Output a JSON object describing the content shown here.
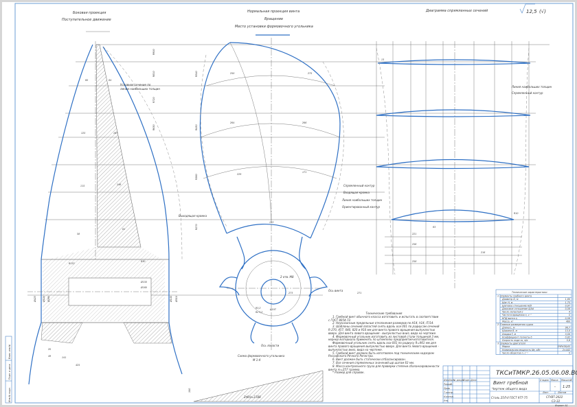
{
  "headings": {
    "side_title": "Боковая проекция",
    "side_sub": "Поступательное движение",
    "normal_title": "Нормальная проекция винта",
    "normal_sub": "Вращение",
    "normal_sub2": "Место установки формовочного угольника",
    "sections_title": "Диаграмма спрямленных сечений",
    "roughness": "12,5",
    "roughness_extra": "(√)"
  },
  "annotations": {
    "cond_section": "Условное сечение по",
    "cond_section2": "линии наибольших толщин",
    "max_thick_line": "Линия наибольших толщин",
    "straight_contour": "Спрямленный контур",
    "straight_contour2": "Спрямленный контур",
    "leading_edge": "Входящая кромка",
    "max_thick_line2": "Линия наибольших толщин",
    "oriented_contour": "Ориентированный контур",
    "trailing_edge": "Выходящая кромка",
    "screw_axis": "Ось винта",
    "blade_axis": "Ось лопасти",
    "template_scheme": "Схема формовочного угольника",
    "template_scale": "М 1:4",
    "holes": "2 отв. М8",
    "wedge_dim": "2πR/z=1508",
    "wedge_h": "100"
  },
  "dims": [
    "R900",
    "R810",
    "R720",
    "R630",
    "R540",
    "R450",
    "R360",
    "R270",
    "275",
    "250",
    "264",
    "266",
    "229",
    "171",
    "133",
    "60",
    "84",
    "125",
    "167",
    "115",
    "146",
    "58",
    "81",
    "R132",
    "R30",
    "Ø150",
    "Ø160",
    "Ø425",
    "425",
    "141",
    "20",
    "49",
    "Ø140",
    "Ø120",
    "Ø260",
    "Ø310",
    "273",
    "271",
    "221",
    "256",
    "258",
    "216",
    "13",
    "63",
    "R3,2",
    "Rz 3,2",
    "Ø107",
    "R10"
  ],
  "tech_requirements": {
    "title": "Технические требования",
    "items": [
      "1. Гребной винт обычного класса изготовить и испытать в соответствии с ГОСТ 8054-72.",
      "2. Неуказанные предельные отклонения размеров по Н14, h14, IT/14.",
      "3. Шаблоны сечений лопастей снять вдоль оси 001 по радиусам сечений R-270, 457, 640, 820 и 910 мм для винта правого вращения выпуклостью вверх. Для винта левого вращения - выпуклостью вниз, вида на чертеже.",
      "4. Формовочный угольник изготовить из листовой стали толщиной 3 мм, кернер материала применять по штемпелю предприятия-изготовителя.",
      "Формовочный угольник снять вдоль оси 001 по радиусу R=961 мм для винта правого вращения выпуклостью вверх. Для винта левого вращения - выпуклостью вниз, вида на чертеже.",
      "5. Гребной винт должен быть изготовлен под техническим надзором Российского Речного Регистра.",
      "6. Винт должен быть статически отбалансирован.",
      "7. Все сечения спрямленных значений шр шагом 63 мм.",
      "8. Масса контрольного груза для проверки степени сбалансированности винта m=257 грамма.",
      "* Размер для справок."
    ]
  },
  "tech_table": {
    "title": "Технические характеристики",
    "groups": [
      {
        "label": "1. Элементы гребного винта",
        "rows": [
          [
            "Диаметр D, м",
            "1,80"
          ],
          [
            "Шаг Н, м",
            "1,75"
          ],
          [
            "Шаговое отношение Н/D",
            "0,97"
          ],
          [
            "Дисковое отношение A/Ad",
            "0,56"
          ],
          [
            "Число лопастей z",
            "4"
          ],
          [
            "Частота вращения n, c⁻¹",
            "5"
          ],
          [
            "КПД винта η",
            "0,56"
          ],
          [
            "Масса, кг",
            "460"
          ]
        ]
      },
      {
        "label": "2. Главные размерения судна",
        "rows": [
          [
            "Длина L, м",
            "96,7"
          ],
          [
            "Ширина B, м",
            "15,0"
          ],
          [
            "Осадка T, м",
            "3,50"
          ],
          [
            "Коэффициент полноты δ",
            "0,82"
          ],
          [
            "Скорость хода vs, м/с",
            "5,6"
          ]
        ]
      },
      {
        "label": "3. Элементы двигателя",
        "rows": [
          [
            "Марка",
            "6ЧРН36/45"
          ],
          [
            "Номинальная мощность Ne, кВт",
            "2×442"
          ],
          [
            "Число оборотов n, c⁻¹",
            "5"
          ]
        ]
      }
    ]
  },
  "title_block": {
    "doc_number": "ТКСиТМКР.26.05.06.08.ВО",
    "name_line1": "Винт гребной",
    "name_line2": "Чертеж общего вида",
    "material": "Сталь 25Л-II ГОСТ 977-75",
    "stage_label": "Стадия",
    "mass_label": "Масса",
    "scale_label": "Масштаб",
    "mass_value": "-",
    "scale_value": "1:25",
    "sheet_label": "Лист",
    "sheets_label": "Листов",
    "org_line1": "СГУВТ-2022",
    "org_line2": "СЭ-32",
    "format": "Формат А1",
    "cols": [
      "Изм.",
      "Лист",
      "№ докум.",
      "Подп.",
      "Дата"
    ],
    "roles": [
      "Разраб.",
      "Пров.",
      "Т.контр.",
      "Н.контр.",
      "Утв."
    ]
  },
  "side_stamp": [
    "Инв.№ подл.",
    "Подп. и дата",
    "Взам. инв.№"
  ]
}
